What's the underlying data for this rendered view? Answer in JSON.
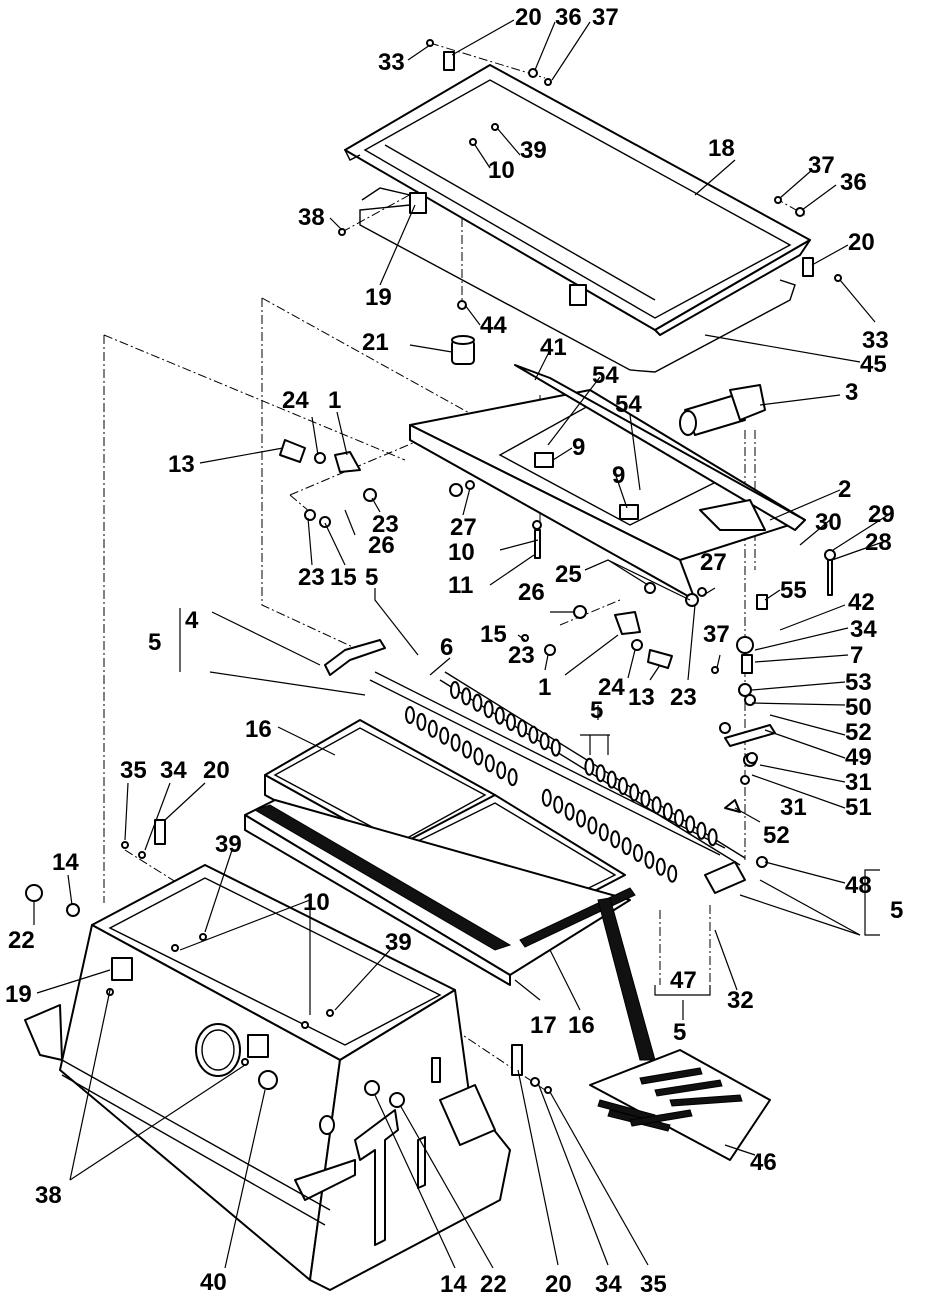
{
  "diagram": {
    "type": "exploded-parts-diagram",
    "colors": {
      "line": "#000000",
      "background": "#ffffff",
      "strip": "#111111"
    },
    "callouts": [
      "20",
      "36",
      "37",
      "33",
      "39",
      "10",
      "18",
      "37",
      "36",
      "38",
      "20",
      "19",
      "33",
      "44",
      "45",
      "21",
      "41",
      "3",
      "54",
      "1",
      "24",
      "54",
      "9",
      "13",
      "9",
      "2",
      "23",
      "27",
      "26",
      "30",
      "29",
      "28",
      "23",
      "15",
      "5",
      "10",
      "11",
      "25",
      "27",
      "26",
      "55",
      "42",
      "4",
      "5",
      "6",
      "15",
      "23",
      "1",
      "24",
      "13",
      "37",
      "23",
      "34",
      "7",
      "53",
      "50",
      "16",
      "5",
      "52",
      "49",
      "35",
      "34",
      "20",
      "31",
      "51",
      "39",
      "31",
      "14",
      "52",
      "10",
      "48",
      "22",
      "39",
      "5",
      "19",
      "47",
      "38",
      "17",
      "16",
      "5",
      "32",
      "46",
      "40",
      "14",
      "22",
      "20",
      "34",
      "35"
    ]
  }
}
